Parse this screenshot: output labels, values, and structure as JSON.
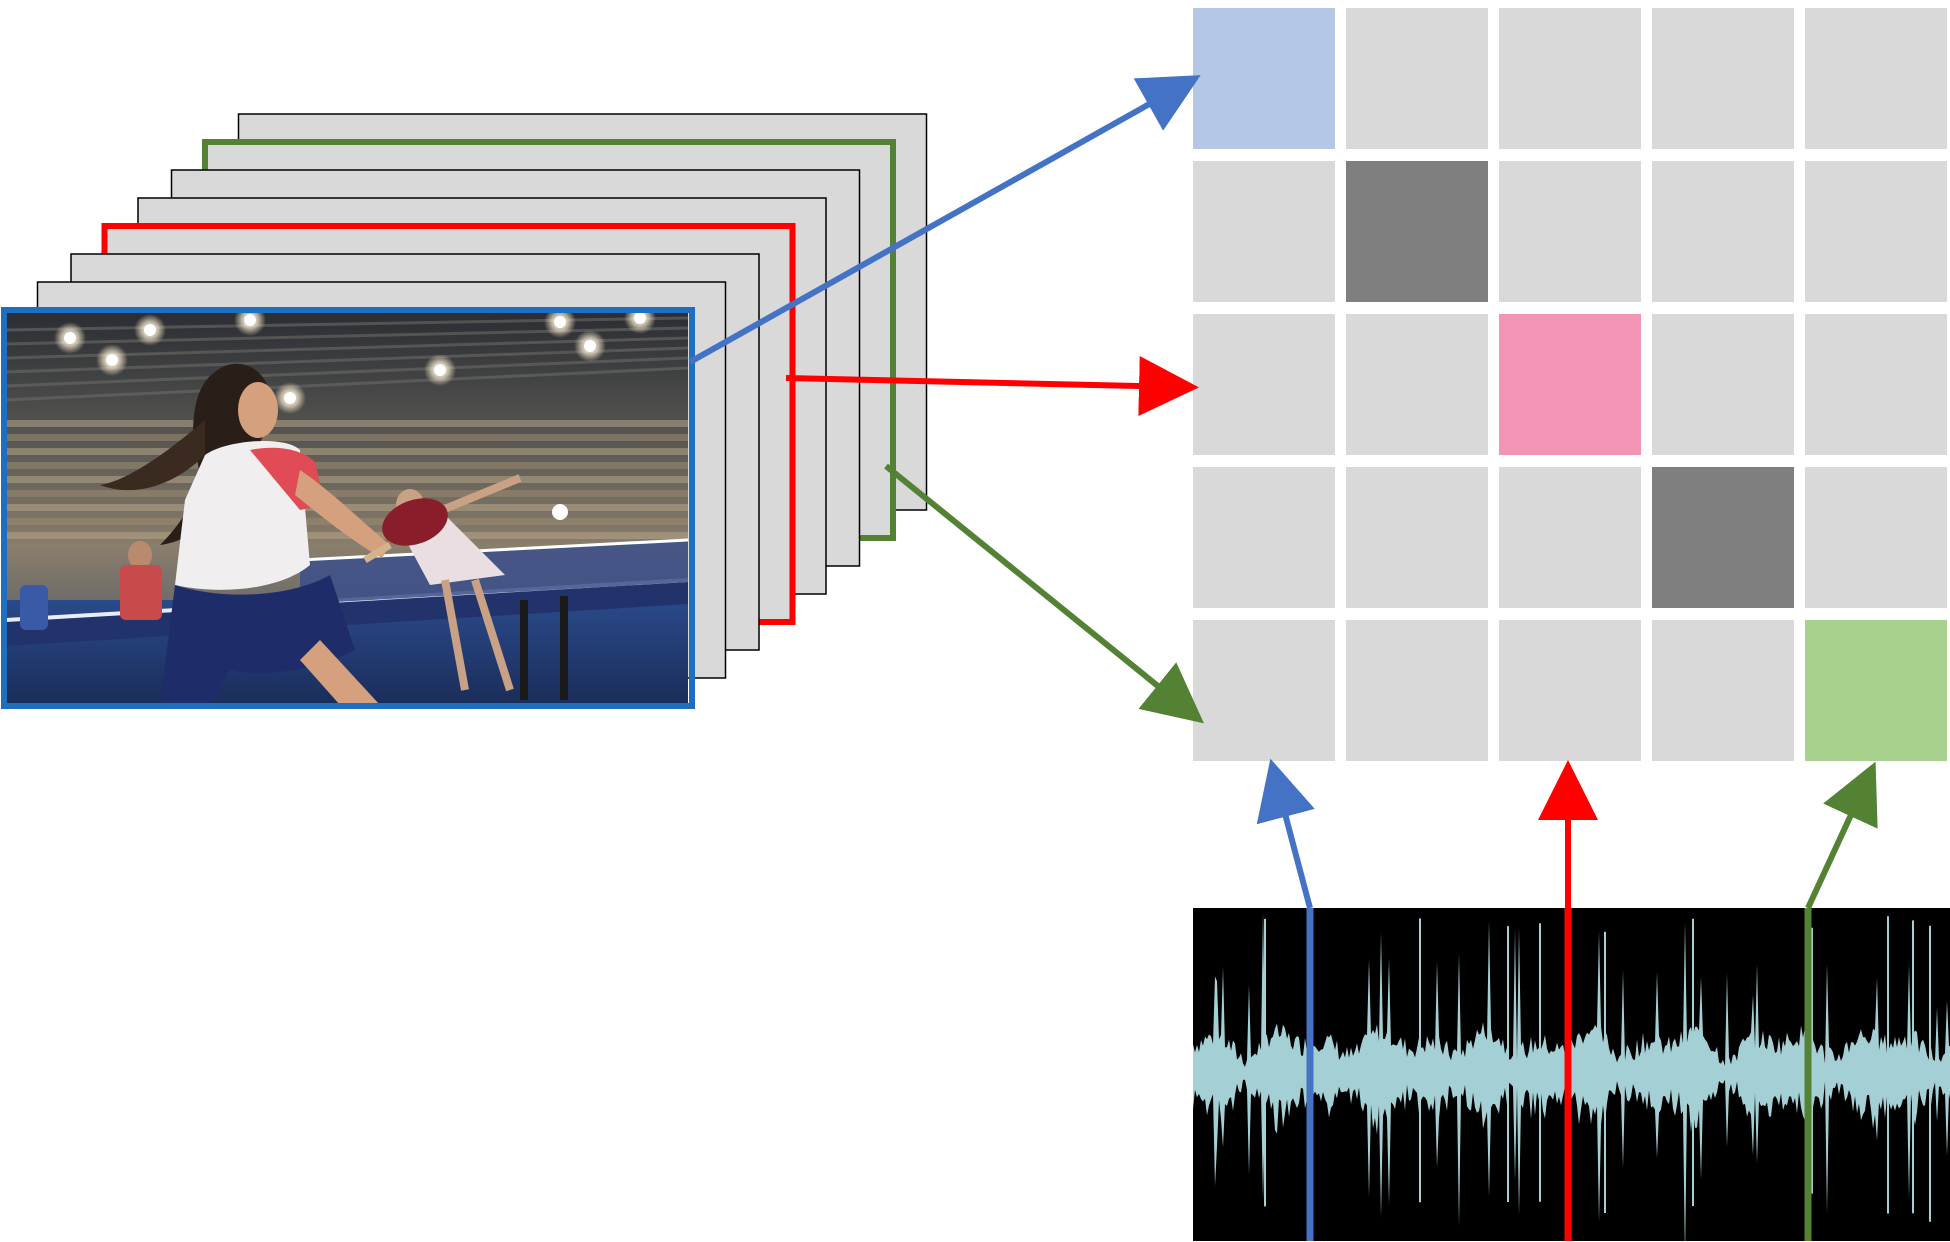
{
  "colors": {
    "blue": "#4472c4",
    "red": "#ff0000",
    "green": "#548235",
    "frame_border_blue": "#1f6fc0",
    "cell_gray": "#d9d9d9",
    "cell_dark": "#7f7f7f",
    "cell_blue": "#b4c7e7",
    "cell_pink": "#f394b6",
    "cell_green": "#a9d18e",
    "waveform": "#a4cfd4",
    "audio_bg": "#000000"
  },
  "frame_stack": {
    "frame_count": 8,
    "highlight": [
      {
        "frame": 0,
        "color": "blue"
      },
      {
        "frame": 3,
        "color": "red"
      },
      {
        "frame": 6,
        "color": "green"
      }
    ],
    "front_photo": "table-tennis-player-photo"
  },
  "grid": {
    "rows": 5,
    "cols": 5,
    "highlighted_cells": [
      {
        "row": 0,
        "col": 0,
        "color": "cell_blue"
      },
      {
        "row": 1,
        "col": 1,
        "color": "cell_dark"
      },
      {
        "row": 2,
        "col": 2,
        "color": "cell_pink"
      },
      {
        "row": 3,
        "col": 3,
        "color": "cell_dark"
      },
      {
        "row": 4,
        "col": 4,
        "color": "cell_green"
      }
    ]
  },
  "audio": {
    "waveform": "audio-waveform",
    "markers": [
      {
        "color": "blue",
        "target_col": 0
      },
      {
        "color": "red",
        "target_col": 2
      },
      {
        "color": "green",
        "target_col": 4
      }
    ]
  }
}
